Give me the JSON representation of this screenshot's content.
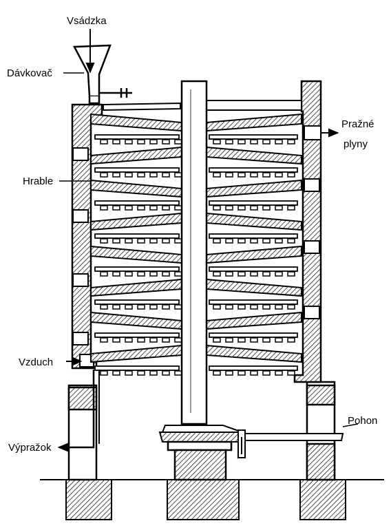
{
  "labels": {
    "charge": "Vsádzka",
    "feeder": "Dávkovač",
    "roast_gases_line1": "Pražné",
    "roast_gases_line2": "plyny",
    "rakes": "Hrable",
    "air": "Vzduch",
    "calcine": "Výpražok",
    "drive": "Pohon"
  },
  "hearth_count": 8,
  "colors": {
    "ink": "#000000",
    "paper": "#ffffff"
  }
}
